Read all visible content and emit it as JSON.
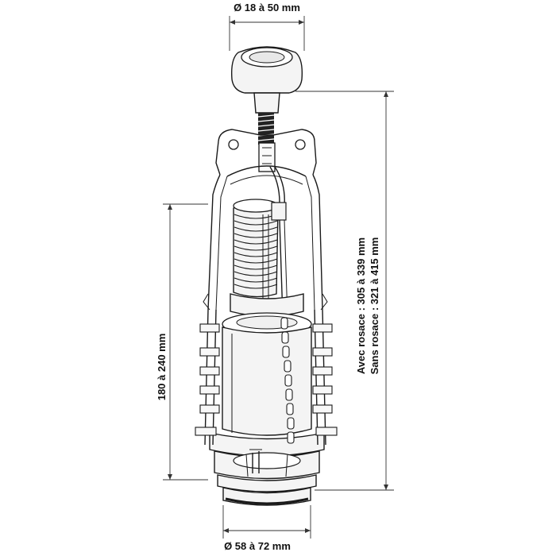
{
  "diagram": {
    "labels": {
      "top_diameter": "Ø 18 à 50 mm",
      "bottom_diameter": "Ø 58 à 72 mm",
      "height_range": "180 à 240 mm",
      "with_rosette": "Avec rosace : 305 à 339 mm",
      "without_rosette": "Sans rosace : 321 à 415 mm"
    },
    "colors": {
      "line": "#1a1a1a",
      "fill": "#f4f4f4",
      "text": "#111111"
    }
  }
}
